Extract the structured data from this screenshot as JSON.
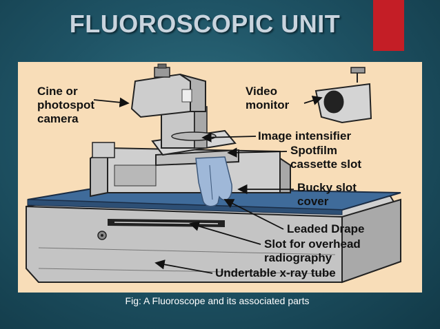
{
  "slide": {
    "title": "FLUOROSCOPIC UNIT",
    "caption": "Fig:  A Fluoroscope and its associated parts"
  },
  "labels": {
    "cine_camera": [
      "Cine or",
      "photospot",
      "camera"
    ],
    "video_monitor": [
      "Video",
      "monitor"
    ],
    "image_intensifier": [
      "Image intensifier"
    ],
    "spotfilm": [
      "Spotfilm",
      "cassette slot"
    ],
    "bucky": [
      "Bucky slot",
      "cover"
    ],
    "leaded_drape": [
      "Leaded Drape"
    ],
    "overhead_slot": [
      "Slot for overhead",
      "radiography"
    ],
    "xray_tube": [
      "Undertable x-ray tube"
    ]
  },
  "colors": {
    "slide_bg": "#1f5466",
    "accent_red": "#c41e26",
    "figure_bg": "#f8ddb8",
    "table_top": "#3f6b9a",
    "machine_gray": "#c9c9c9",
    "drape_blue": "#9fb8d8"
  }
}
